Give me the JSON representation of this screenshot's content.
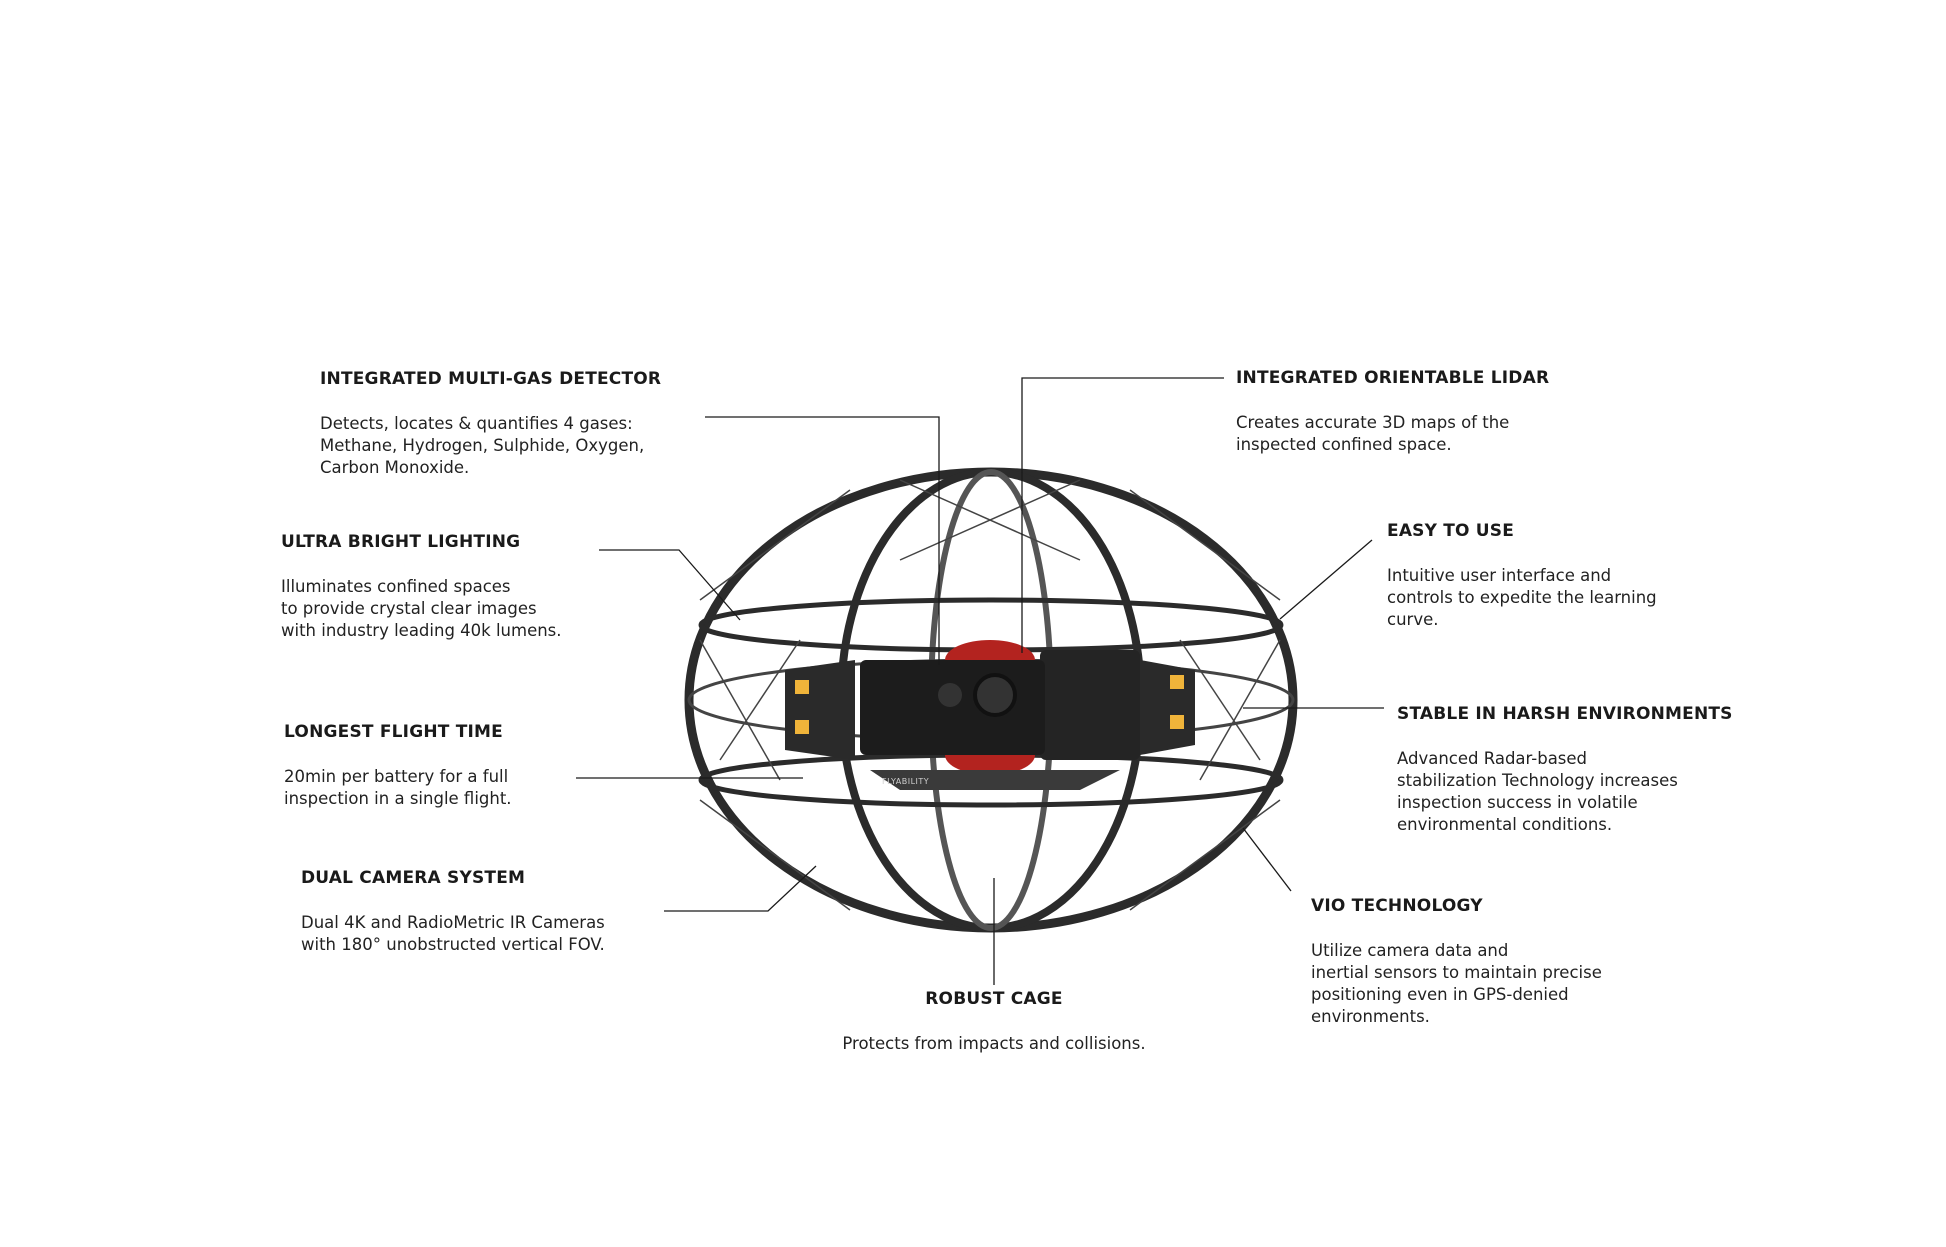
{
  "features": [
    {
      "id": "multi-gas",
      "title": "INTEGRATED MULTI-GAS DETECTOR",
      "text": "Detects, locates & quantifies 4 gases:\nMethane, Hydrogen,  Sulphide, Oxygen,\nCarbon Monoxide."
    },
    {
      "id": "lighting",
      "title": "ULTRA BRIGHT LIGHTING",
      "text": "Illuminates confined spaces\nto provide crystal clear images\nwith industry leading 40k lumens."
    },
    {
      "id": "flight-time",
      "title": "LONGEST FLIGHT TIME",
      "text": "20min per battery for a full\ninspection in a single flight."
    },
    {
      "id": "camera",
      "title": "DUAL CAMERA SYSTEM",
      "text": "Dual 4K and RadioMetric IR Cameras\nwith 180° unobstructed vertical FOV."
    },
    {
      "id": "cage",
      "title": "ROBUST CAGE",
      "text": "Protects from impacts and collisions."
    },
    {
      "id": "lidar",
      "title": "INTEGRATED ORIENTABLE LIDAR",
      "text": "Creates accurate 3D maps of the\ninspected confined space."
    },
    {
      "id": "easy",
      "title": "EASY TO USE",
      "text": "Intuitive user interface and\ncontrols to expedite the learning\ncurve."
    },
    {
      "id": "stable",
      "title": "STABLE IN HARSH ENVIRONMENTS",
      "text": "Advanced Radar-based\nstabilization Technology increases\ninspection success in volatile\nenvironmental conditions."
    },
    {
      "id": "vio",
      "title": "VIO TECHNOLOGY",
      "text": "Utilize camera data and\ninertial sensors to maintain precise\npositioning even in GPS-denied\nenvironments."
    }
  ],
  "drone": {
    "brand": "FLYABILITY"
  },
  "colors": {
    "cage": "#2b2b2b",
    "body": "#1c1c1c",
    "battery": "#b3231f",
    "led": "#f0b43a"
  }
}
